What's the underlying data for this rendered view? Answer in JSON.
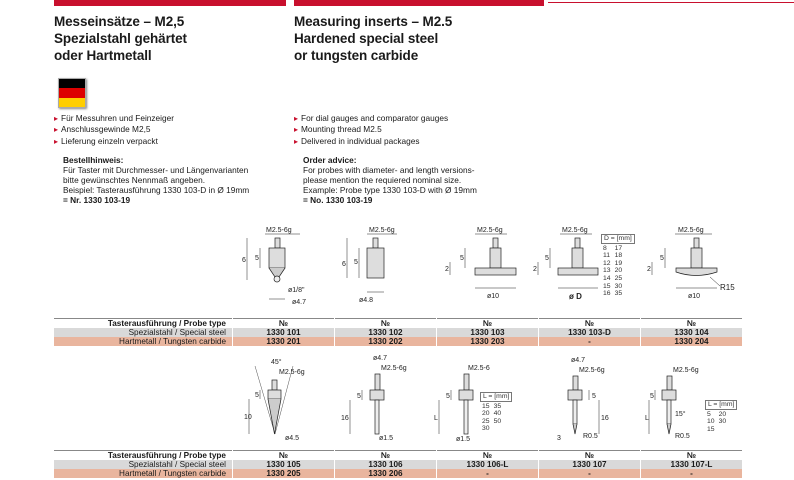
{
  "de": {
    "title": [
      "Messeinsätze – M2,5",
      "Spezialstahl gehärtet",
      "oder Hartmetall"
    ],
    "bullets": [
      "Für Messuhren und Feinzeiger",
      "Anschlussgewinde M2,5",
      "Lieferung einzeln verpackt"
    ],
    "advice_heading": "Bestellhinweis:",
    "advice_lines": [
      "Für Taster mit Durchmesser- und Längenvarianten",
      "bitte gewünschtes Nennmaß angeben.",
      "Beispiel: Tasterausführung 1330 103-D in Ø 19mm"
    ],
    "advice_result": "= Nr. 1330 103-19"
  },
  "en": {
    "title": [
      "Measuring inserts – M2.5",
      "Hardened special steel",
      "or tungsten carbide"
    ],
    "bullets": [
      "For dial gauges and comparator gauges",
      "Mounting thread M2.5",
      "Delivered in individual packages"
    ],
    "advice_heading": "Order advice:",
    "advice_lines": [
      "For probes with diameter- and length versions-",
      "please mention the requiered  nominal size.",
      "Example: Probe type 1330 103-D with Ø 19mm"
    ],
    "advice_result": "= No. 1330 103-19"
  },
  "flag_colors": [
    "#000000",
    "#dd0000",
    "#ffce00"
  ],
  "accent_color": "#c8102e",
  "drawing_labels": {
    "thread": "M2.5-6g",
    "d1": {
      "h1": "5",
      "h2": "6",
      "tip": "ø1/8\"",
      "body": "ø4.7"
    },
    "d2": {
      "h1": "5",
      "h2": "6",
      "body": "ø4.8"
    },
    "d3": {
      "h1": "5",
      "h2": "2",
      "body": "ø10"
    },
    "d4": {
      "h1": "5",
      "h2": "2",
      "body": "ø D"
    },
    "d5": {
      "h1": "5",
      "h2": "2",
      "body": "ø10",
      "radius": "R15"
    },
    "d6": {
      "angle": "45°",
      "h1": "5",
      "h2": "10",
      "body": "ø4.5"
    },
    "d7": {
      "top": "ø4.7",
      "h1": "5",
      "h2": "16",
      "tip": "ø1.5"
    },
    "d8": {
      "h1": "5",
      "h2": "L",
      "tip": "ø1.5"
    },
    "d9": {
      "top": "ø4.7",
      "h1": "5",
      "h2": "16",
      "tip1": "3",
      "tip2": "R0.5"
    },
    "d10": {
      "h1": "5",
      "h2": "L",
      "angle": "15°",
      "tip": "R0.5"
    }
  },
  "d_table": {
    "header": "D = [mm]",
    "rows": [
      [
        "8",
        "17"
      ],
      [
        "11",
        "18"
      ],
      [
        "12",
        "19"
      ],
      [
        "13",
        "20"
      ],
      [
        "14",
        "25"
      ],
      [
        "15",
        "30"
      ],
      [
        "16",
        "35"
      ]
    ]
  },
  "l_table_1": {
    "header": "L = [mm]",
    "rows": [
      [
        "15",
        "35"
      ],
      [
        "20",
        "40"
      ],
      [
        "25",
        "50"
      ],
      [
        "30",
        ""
      ]
    ]
  },
  "l_table_2": {
    "header": "L = [mm]",
    "rows": [
      [
        "5",
        "20"
      ],
      [
        "10",
        "30"
      ],
      [
        "15",
        ""
      ]
    ]
  },
  "table1": {
    "header_label": "Tasterausführung / Probe type",
    "no_label": "№",
    "row1_label": "Spezialstahl / Special steel",
    "row2_label": "Hartmetall / Tungsten carbide",
    "row1": [
      "1330 101",
      "1330 102",
      "1330 103",
      "1330 103-D",
      "1330 104"
    ],
    "row2": [
      "1330 201",
      "1330 202",
      "1330 203",
      "-",
      "1330 204"
    ]
  },
  "table2": {
    "header_label": "Tasterausführung / Probe type",
    "no_label": "№",
    "row1_label": "Spezialstahl / Special steel",
    "row2_label": "Hartmetall / Tungsten carbide",
    "row1": [
      "1330 105",
      "1330 106",
      "1330 106-L",
      "1330 107",
      "1330 107-L"
    ],
    "row2": [
      "1330 205",
      "1330 206",
      "-",
      "-",
      "-"
    ]
  }
}
